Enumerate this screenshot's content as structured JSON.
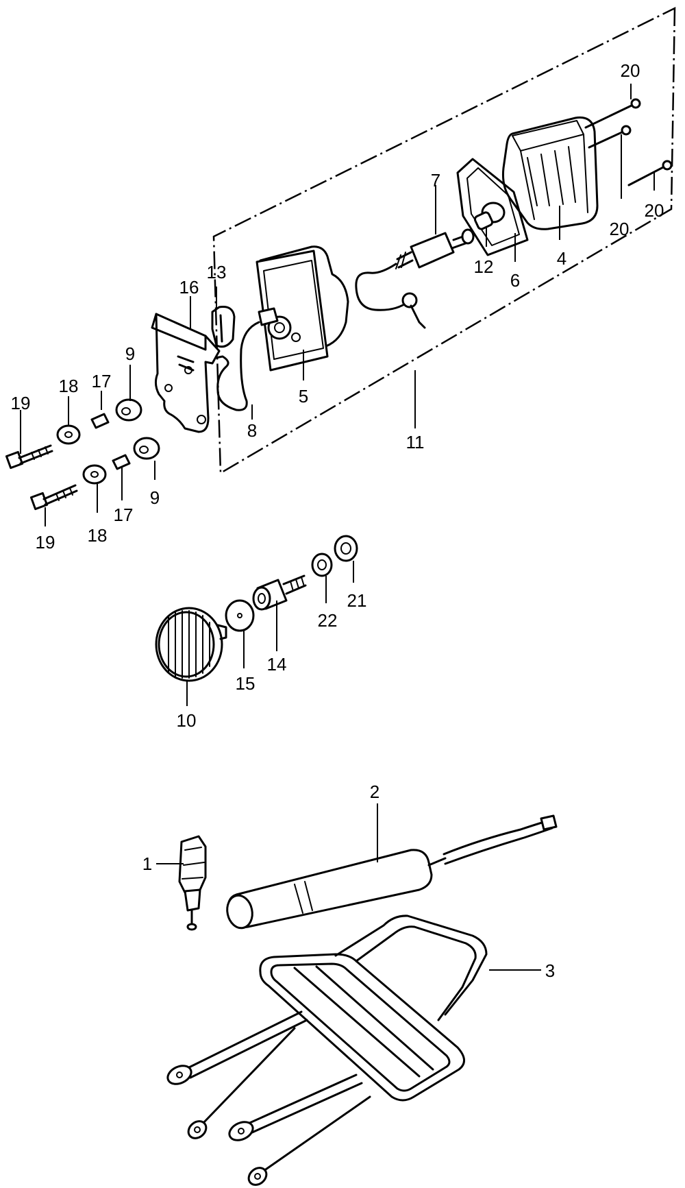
{
  "diagram": {
    "callouts": [
      {
        "id": "c1",
        "text": "1"
      },
      {
        "id": "c2",
        "text": "2"
      },
      {
        "id": "c3",
        "text": "3"
      },
      {
        "id": "c4",
        "text": "4"
      },
      {
        "id": "c5",
        "text": "5"
      },
      {
        "id": "c6",
        "text": "6"
      },
      {
        "id": "c7",
        "text": "7"
      },
      {
        "id": "c8",
        "text": "8"
      },
      {
        "id": "c9a",
        "text": "9"
      },
      {
        "id": "c9b",
        "text": "9"
      },
      {
        "id": "c10",
        "text": "10"
      },
      {
        "id": "c11",
        "text": "11"
      },
      {
        "id": "c12",
        "text": "12"
      },
      {
        "id": "c13",
        "text": "13"
      },
      {
        "id": "c14",
        "text": "14"
      },
      {
        "id": "c15",
        "text": "15"
      },
      {
        "id": "c16",
        "text": "16"
      },
      {
        "id": "c17a",
        "text": "17"
      },
      {
        "id": "c17b",
        "text": "17"
      },
      {
        "id": "c18a",
        "text": "18"
      },
      {
        "id": "c18b",
        "text": "18"
      },
      {
        "id": "c19a",
        "text": "19"
      },
      {
        "id": "c19b",
        "text": "19"
      },
      {
        "id": "c20a",
        "text": "20"
      },
      {
        "id": "c20b",
        "text": "20"
      },
      {
        "id": "c20c",
        "text": "20"
      },
      {
        "id": "c21",
        "text": "21"
      },
      {
        "id": "c22",
        "text": "22"
      }
    ]
  }
}
